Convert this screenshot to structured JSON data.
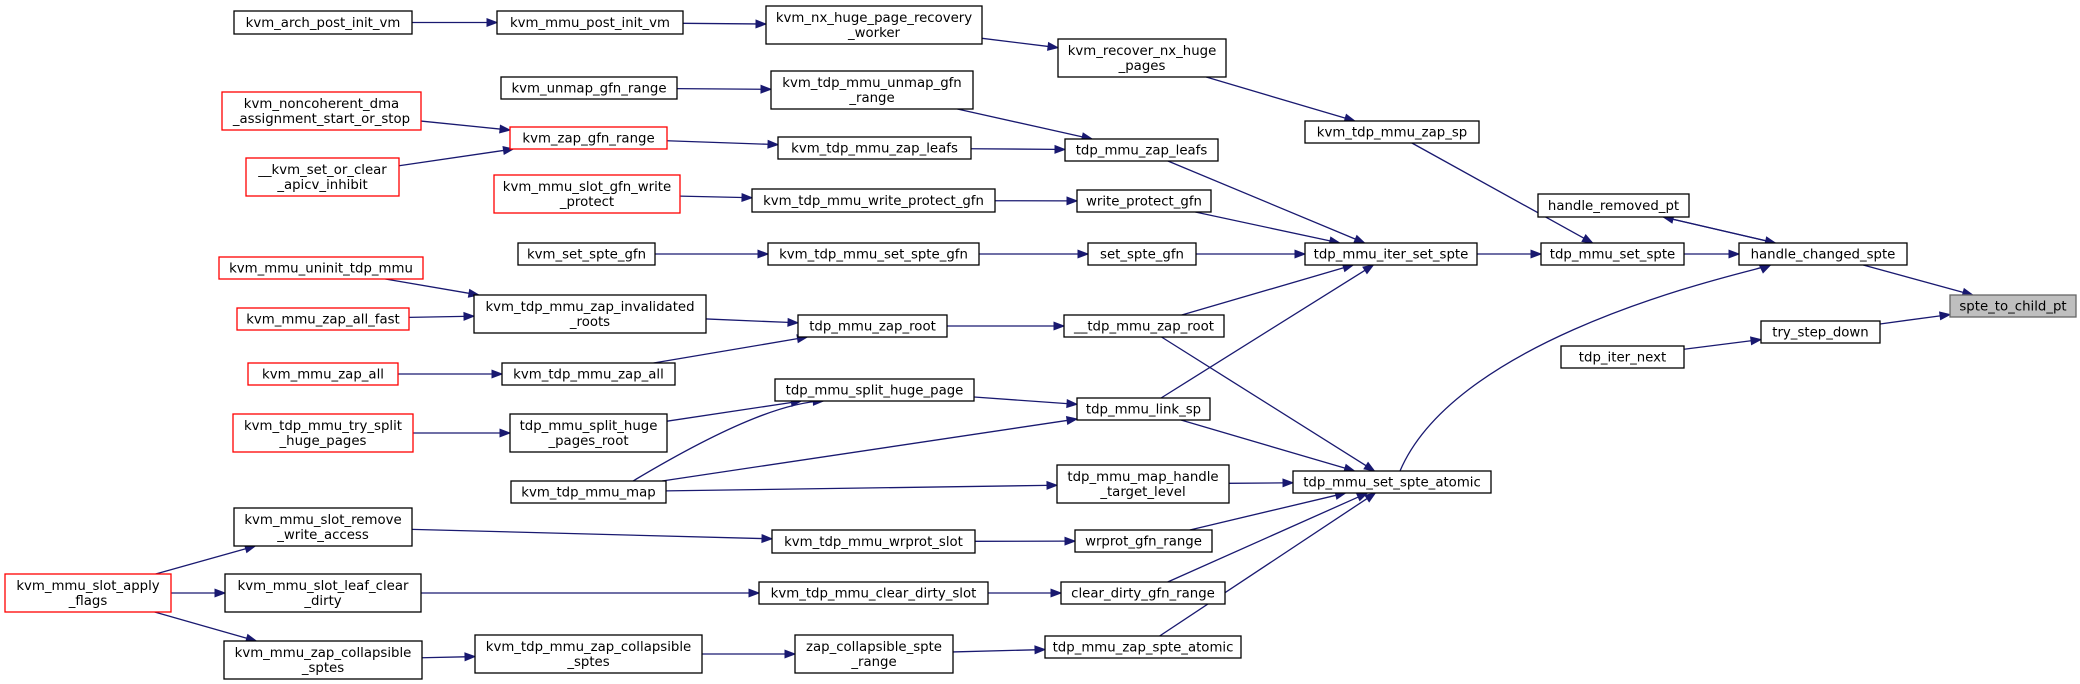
{
  "graph": {
    "colors": {
      "edge": "#191970",
      "border_normal": "#000000",
      "border_truncated": "#ff0000",
      "border_highlight": "#666666",
      "fill_highlight": "#bfbfbf",
      "background": "#ffffff"
    },
    "nodes": [
      {
        "id": "n_arch_post_init",
        "lines": [
          "kvm_arch_post_init_vm"
        ],
        "style": "normal"
      },
      {
        "id": "n_mmu_post_init",
        "lines": [
          "kvm_mmu_post_init_vm"
        ],
        "style": "normal"
      },
      {
        "id": "n_nx_recovery",
        "lines": [
          "kvm_nx_huge_page_recovery",
          "_worker"
        ],
        "style": "normal"
      },
      {
        "id": "n_recover_nx",
        "lines": [
          "kvm_recover_nx_huge",
          "_pages"
        ],
        "style": "normal"
      },
      {
        "id": "n_zap_sp",
        "lines": [
          "kvm_tdp_mmu_zap_sp"
        ],
        "style": "normal"
      },
      {
        "id": "n_unmap_gfn_range",
        "lines": [
          "kvm_unmap_gfn_range"
        ],
        "style": "normal"
      },
      {
        "id": "n_tdp_unmap_gfn",
        "lines": [
          "kvm_tdp_mmu_unmap_gfn",
          "_range"
        ],
        "style": "normal"
      },
      {
        "id": "n_noncoherent",
        "lines": [
          "kvm_noncoherent_dma",
          "_assignment_start_or_stop"
        ],
        "style": "truncated"
      },
      {
        "id": "n_zap_gfn_range",
        "lines": [
          "kvm_zap_gfn_range"
        ],
        "style": "truncated"
      },
      {
        "id": "n_tdp_zap_leafs",
        "lines": [
          "kvm_tdp_mmu_zap_leafs"
        ],
        "style": "normal"
      },
      {
        "id": "n_zap_leafs",
        "lines": [
          "tdp_mmu_zap_leafs"
        ],
        "style": "normal"
      },
      {
        "id": "n_apicv",
        "lines": [
          "__kvm_set_or_clear",
          "_apicv_inhibit"
        ],
        "style": "truncated"
      },
      {
        "id": "n_slot_gfn_wp",
        "lines": [
          "kvm_mmu_slot_gfn_write",
          "_protect"
        ],
        "style": "truncated"
      },
      {
        "id": "n_tdp_wp_gfn",
        "lines": [
          "kvm_tdp_mmu_write_protect_gfn"
        ],
        "style": "normal"
      },
      {
        "id": "n_wp_gfn",
        "lines": [
          "write_protect_gfn"
        ],
        "style": "normal"
      },
      {
        "id": "n_handle_removed",
        "lines": [
          "handle_removed_pt"
        ],
        "style": "normal"
      },
      {
        "id": "n_set_spte_gfn",
        "lines": [
          "kvm_set_spte_gfn"
        ],
        "style": "normal"
      },
      {
        "id": "n_tdp_set_spte_gfn",
        "lines": [
          "kvm_tdp_mmu_set_spte_gfn"
        ],
        "style": "normal"
      },
      {
        "id": "n_set_spte_gfn2",
        "lines": [
          "set_spte_gfn"
        ],
        "style": "normal"
      },
      {
        "id": "n_iter_set_spte",
        "lines": [
          "tdp_mmu_iter_set_spte"
        ],
        "style": "normal"
      },
      {
        "id": "n_set_spte",
        "lines": [
          "tdp_mmu_set_spte"
        ],
        "style": "normal"
      },
      {
        "id": "n_handle_changed",
        "lines": [
          "handle_changed_spte"
        ],
        "style": "normal"
      },
      {
        "id": "n_spte_to_child",
        "lines": [
          "spte_to_child_pt"
        ],
        "style": "highlight"
      },
      {
        "id": "n_uninit_tdp",
        "lines": [
          "kvm_mmu_uninit_tdp_mmu"
        ],
        "style": "truncated"
      },
      {
        "id": "n_try_step_down",
        "lines": [
          "try_step_down"
        ],
        "style": "normal"
      },
      {
        "id": "n_zap_invalidated",
        "lines": [
          "kvm_tdp_mmu_zap_invalidated",
          "_roots"
        ],
        "style": "normal"
      },
      {
        "id": "n_zap_all_fast",
        "lines": [
          "kvm_mmu_zap_all_fast"
        ],
        "style": "truncated"
      },
      {
        "id": "n_zap_root",
        "lines": [
          "tdp_mmu_zap_root"
        ],
        "style": "normal"
      },
      {
        "id": "n___zap_root",
        "lines": [
          "__tdp_mmu_zap_root"
        ],
        "style": "normal"
      },
      {
        "id": "n_iter_next",
        "lines": [
          "tdp_iter_next"
        ],
        "style": "normal"
      },
      {
        "id": "n_mmu_zap_all",
        "lines": [
          "kvm_mmu_zap_all"
        ],
        "style": "truncated"
      },
      {
        "id": "n_tdp_zap_all",
        "lines": [
          "kvm_tdp_mmu_zap_all"
        ],
        "style": "normal"
      },
      {
        "id": "n_split_huge",
        "lines": [
          "tdp_mmu_split_huge_page"
        ],
        "style": "normal"
      },
      {
        "id": "n_link_sp",
        "lines": [
          "tdp_mmu_link_sp"
        ],
        "style": "normal"
      },
      {
        "id": "n_try_split",
        "lines": [
          "kvm_tdp_mmu_try_split",
          "_huge_pages"
        ],
        "style": "truncated"
      },
      {
        "id": "n_split_root",
        "lines": [
          "tdp_mmu_split_huge",
          "_pages_root"
        ],
        "style": "normal"
      },
      {
        "id": "n_tdp_map",
        "lines": [
          "kvm_tdp_mmu_map"
        ],
        "style": "normal"
      },
      {
        "id": "n_map_handle",
        "lines": [
          "tdp_mmu_map_handle",
          "_target_level"
        ],
        "style": "normal"
      },
      {
        "id": "n_set_spte_atomic",
        "lines": [
          "tdp_mmu_set_spte_atomic"
        ],
        "style": "normal"
      },
      {
        "id": "n_slot_remove_write",
        "lines": [
          "kvm_mmu_slot_remove",
          "_write_access"
        ],
        "style": "normal"
      },
      {
        "id": "n_tdp_wrprot_slot",
        "lines": [
          "kvm_tdp_mmu_wrprot_slot"
        ],
        "style": "normal"
      },
      {
        "id": "n_wrprot_gfn_range",
        "lines": [
          "wrprot_gfn_range"
        ],
        "style": "normal"
      },
      {
        "id": "n_slot_apply_flags",
        "lines": [
          "kvm_mmu_slot_apply",
          "_flags"
        ],
        "style": "truncated"
      },
      {
        "id": "n_slot_leaf_clear",
        "lines": [
          "kvm_mmu_slot_leaf_clear",
          "_dirty"
        ],
        "style": "normal"
      },
      {
        "id": "n_tdp_clear_dirty",
        "lines": [
          "kvm_tdp_mmu_clear_dirty_slot"
        ],
        "style": "normal"
      },
      {
        "id": "n_clear_dirty_range",
        "lines": [
          "clear_dirty_gfn_range"
        ],
        "style": "normal"
      },
      {
        "id": "n_zap_collapsible",
        "lines": [
          "kvm_mmu_zap_collapsible",
          "_sptes"
        ],
        "style": "normal"
      },
      {
        "id": "n_tdp_zap_collapsible",
        "lines": [
          "kvm_tdp_mmu_zap_collapsible",
          "_sptes"
        ],
        "style": "normal"
      },
      {
        "id": "n_zap_collapsible_range",
        "lines": [
          "zap_collapsible_spte",
          "_range"
        ],
        "style": "normal"
      },
      {
        "id": "n_zap_spte_atomic",
        "lines": [
          "tdp_mmu_zap_spte_atomic"
        ],
        "style": "normal"
      }
    ],
    "edges": [
      {
        "from": "n_arch_post_init",
        "to": "n_mmu_post_init"
      },
      {
        "from": "n_mmu_post_init",
        "to": "n_nx_recovery"
      },
      {
        "from": "n_nx_recovery",
        "to": "n_recover_nx"
      },
      {
        "from": "n_recover_nx",
        "to": "n_zap_sp"
      },
      {
        "from": "n_zap_sp",
        "to": "n_set_spte"
      },
      {
        "from": "n_unmap_gfn_range",
        "to": "n_tdp_unmap_gfn"
      },
      {
        "from": "n_tdp_unmap_gfn",
        "to": "n_zap_leafs"
      },
      {
        "from": "n_noncoherent",
        "to": "n_zap_gfn_range"
      },
      {
        "from": "n_apicv",
        "to": "n_zap_gfn_range"
      },
      {
        "from": "n_zap_gfn_range",
        "to": "n_tdp_zap_leafs"
      },
      {
        "from": "n_tdp_zap_leafs",
        "to": "n_zap_leafs"
      },
      {
        "from": "n_zap_leafs",
        "to": "n_iter_set_spte"
      },
      {
        "from": "n_slot_gfn_wp",
        "to": "n_tdp_wp_gfn"
      },
      {
        "from": "n_tdp_wp_gfn",
        "to": "n_wp_gfn"
      },
      {
        "from": "n_wp_gfn",
        "to": "n_iter_set_spte"
      },
      {
        "from": "n_set_spte_gfn",
        "to": "n_tdp_set_spte_gfn"
      },
      {
        "from": "n_tdp_set_spte_gfn",
        "to": "n_set_spte_gfn2"
      },
      {
        "from": "n_set_spte_gfn2",
        "to": "n_iter_set_spte"
      },
      {
        "from": "n___zap_root",
        "to": "n_iter_set_spte"
      },
      {
        "from": "n_link_sp",
        "to": "n_iter_set_spte"
      },
      {
        "from": "n_iter_set_spte",
        "to": "n_set_spte"
      },
      {
        "from": "n_set_spte",
        "to": "n_handle_changed"
      },
      {
        "from": "n_handle_changed",
        "to": "n_handle_removed"
      },
      {
        "from": "n_handle_removed",
        "to": "n_handle_changed"
      },
      {
        "from": "n_handle_changed",
        "to": "n_spte_to_child"
      },
      {
        "from": "n_set_spte_atomic",
        "to": "n_handle_changed"
      },
      {
        "from": "n_try_step_down",
        "to": "n_spte_to_child"
      },
      {
        "from": "n_iter_next",
        "to": "n_try_step_down"
      },
      {
        "from": "n_uninit_tdp",
        "to": "n_zap_invalidated"
      },
      {
        "from": "n_zap_all_fast",
        "to": "n_zap_invalidated"
      },
      {
        "from": "n_zap_invalidated",
        "to": "n_zap_root"
      },
      {
        "from": "n_mmu_zap_all",
        "to": "n_tdp_zap_all"
      },
      {
        "from": "n_tdp_zap_all",
        "to": "n_zap_root"
      },
      {
        "from": "n_zap_root",
        "to": "n___zap_root"
      },
      {
        "from": "n___zap_root",
        "to": "n_set_spte_atomic"
      },
      {
        "from": "n_try_split",
        "to": "n_split_root"
      },
      {
        "from": "n_split_root",
        "to": "n_split_huge"
      },
      {
        "from": "n_tdp_map",
        "to": "n_split_huge"
      },
      {
        "from": "n_split_huge",
        "to": "n_link_sp"
      },
      {
        "from": "n_tdp_map",
        "to": "n_link_sp"
      },
      {
        "from": "n_link_sp",
        "to": "n_set_spte_atomic"
      },
      {
        "from": "n_tdp_map",
        "to": "n_map_handle"
      },
      {
        "from": "n_map_handle",
        "to": "n_set_spte_atomic"
      },
      {
        "from": "n_slot_apply_flags",
        "to": "n_slot_remove_write"
      },
      {
        "from": "n_slot_apply_flags",
        "to": "n_slot_leaf_clear"
      },
      {
        "from": "n_slot_apply_flags",
        "to": "n_zap_collapsible"
      },
      {
        "from": "n_slot_remove_write",
        "to": "n_tdp_wrprot_slot"
      },
      {
        "from": "n_tdp_wrprot_slot",
        "to": "n_wrprot_gfn_range"
      },
      {
        "from": "n_wrprot_gfn_range",
        "to": "n_set_spte_atomic"
      },
      {
        "from": "n_slot_leaf_clear",
        "to": "n_tdp_clear_dirty"
      },
      {
        "from": "n_tdp_clear_dirty",
        "to": "n_clear_dirty_range"
      },
      {
        "from": "n_clear_dirty_range",
        "to": "n_set_spte_atomic"
      },
      {
        "from": "n_zap_collapsible",
        "to": "n_tdp_zap_collapsible"
      },
      {
        "from": "n_tdp_zap_collapsible",
        "to": "n_zap_collapsible_range"
      },
      {
        "from": "n_zap_collapsible_range",
        "to": "n_zap_spte_atomic"
      },
      {
        "from": "n_zap_spte_atomic",
        "to": "n_set_spte_atomic"
      }
    ]
  }
}
